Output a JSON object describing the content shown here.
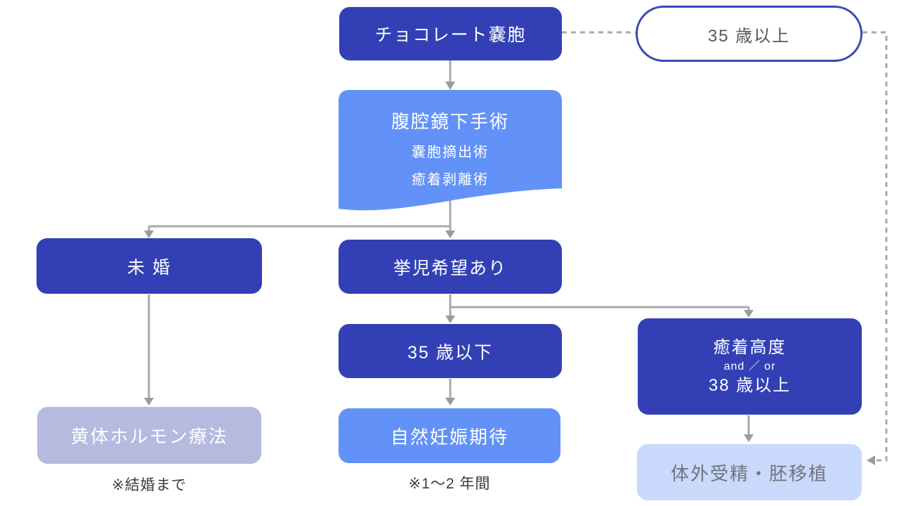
{
  "palette": {
    "dark_blue": "#3340b5",
    "medium_blue": "#6292f7",
    "light_blue": "#c9d9fb",
    "lavender": "#b5badf",
    "line_gray": "#a9a9a9",
    "arrow_gray": "#9b9b9b",
    "pill_border": "#3a49b5",
    "pill_text": "#54575c",
    "ivf_text": "#6f7480",
    "note_text": "#3b3b3b"
  },
  "nodes": {
    "chocolate_cyst": {
      "label": "チョコレート嚢胞"
    },
    "age_35_over": {
      "label": "35 歳以上"
    },
    "surgery": {
      "title": "腹腔鏡下手術",
      "sub1": "嚢胞摘出術",
      "sub2": "癒着剥離術"
    },
    "unmarried": {
      "label": "未 婚"
    },
    "wants_children": {
      "label": "挙児希望あり"
    },
    "age_35_under": {
      "label": "35 歳以下"
    },
    "adhesion": {
      "line1": "癒着高度",
      "line2": "and ／ or",
      "line3": "38 歳以上"
    },
    "progestin": {
      "label": "黄体ホルモン療法",
      "note": "※結婚まで"
    },
    "natural_pregnancy": {
      "label": "自然妊娠期待",
      "note": "※1〜2 年間"
    },
    "ivf": {
      "label": "体外受精・胚移植"
    }
  }
}
